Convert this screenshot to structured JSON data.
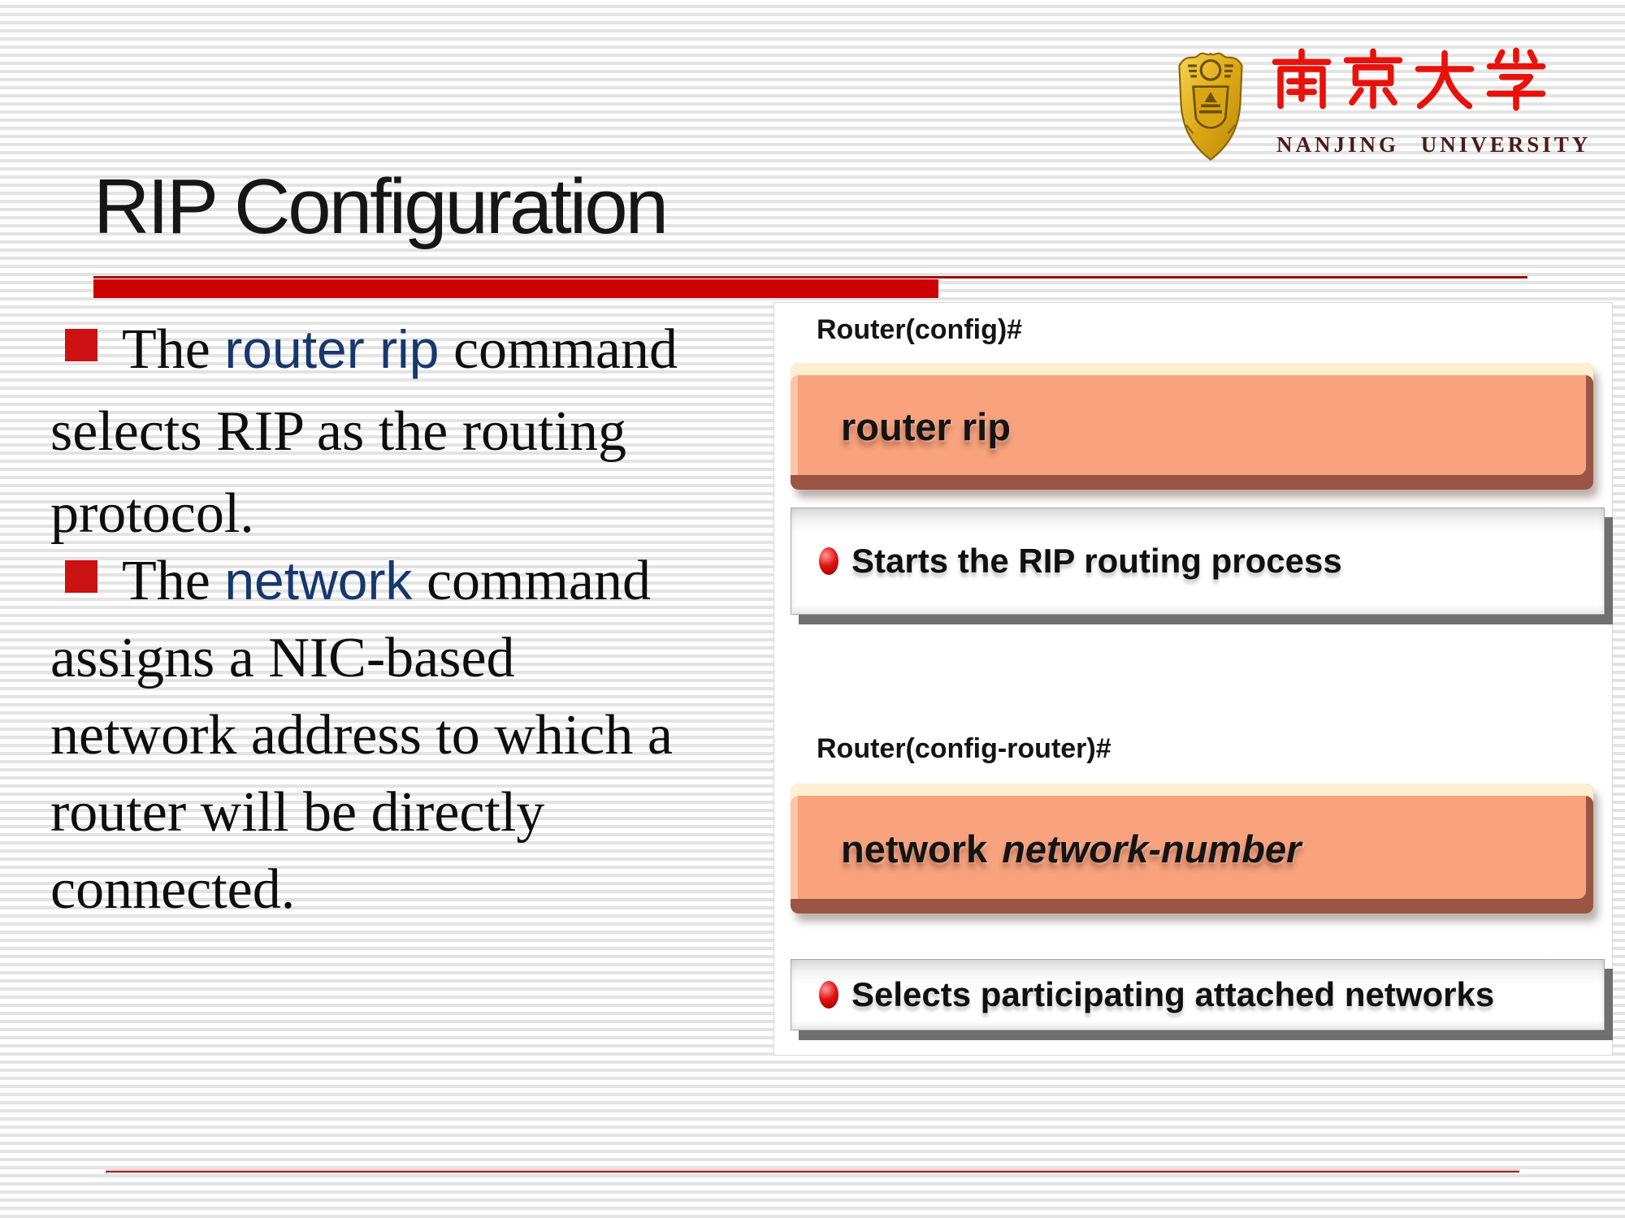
{
  "slide": {
    "title": "RIP Configuration"
  },
  "logo": {
    "university_cn": "南京大学",
    "university_en": "NANJING UNIVERSITY"
  },
  "bullets": [
    {
      "lines": [
        [
          {
            "t": "The ",
            "s": "serif"
          },
          {
            "t": "router rip",
            "s": "code"
          },
          {
            "t": " command",
            "s": "serif"
          }
        ],
        [
          {
            "t": "selects RIP as the routing",
            "s": "serif"
          }
        ],
        [
          {
            "t": "protocol.",
            "s": "serif"
          }
        ]
      ]
    },
    {
      "lines": [
        [
          {
            "t": "The ",
            "s": "serif"
          },
          {
            "t": "network",
            "s": "code"
          },
          {
            "t": " command",
            "s": "serif"
          }
        ],
        [
          {
            "t": "assigns a NIC-based",
            "s": "serif"
          }
        ],
        [
          {
            "t": "network address to which a",
            "s": "serif"
          }
        ],
        [
          {
            "t": "router will be directly",
            "s": "serif"
          }
        ],
        [
          {
            "t": "connected.",
            "s": "serif"
          }
        ]
      ]
    }
  ],
  "diagram": {
    "prompt1": "Router(config)#",
    "command1": "router rip",
    "note1": "Starts the RIP routing process",
    "prompt2": "Router(config-router)#",
    "command2_keyword": "network",
    "command2_arg": "network-number",
    "note2": "Selects participating attached networks"
  },
  "colors": {
    "accent_red": "#CC0000",
    "underline_dark_red": "#9E0A0A",
    "footer_rule_red": "#9E1B32",
    "bullet_square_red": "#CC1212",
    "keyword_navy": "#17376E",
    "command_box_salmon": "#F8A37E",
    "command_box_shadow": "#9A5545",
    "command_box_cream": "#FCEFD2",
    "logo_gold": "#D9A613",
    "logo_red": "#E8120C",
    "logo_maroon": "#4A1A1A"
  }
}
